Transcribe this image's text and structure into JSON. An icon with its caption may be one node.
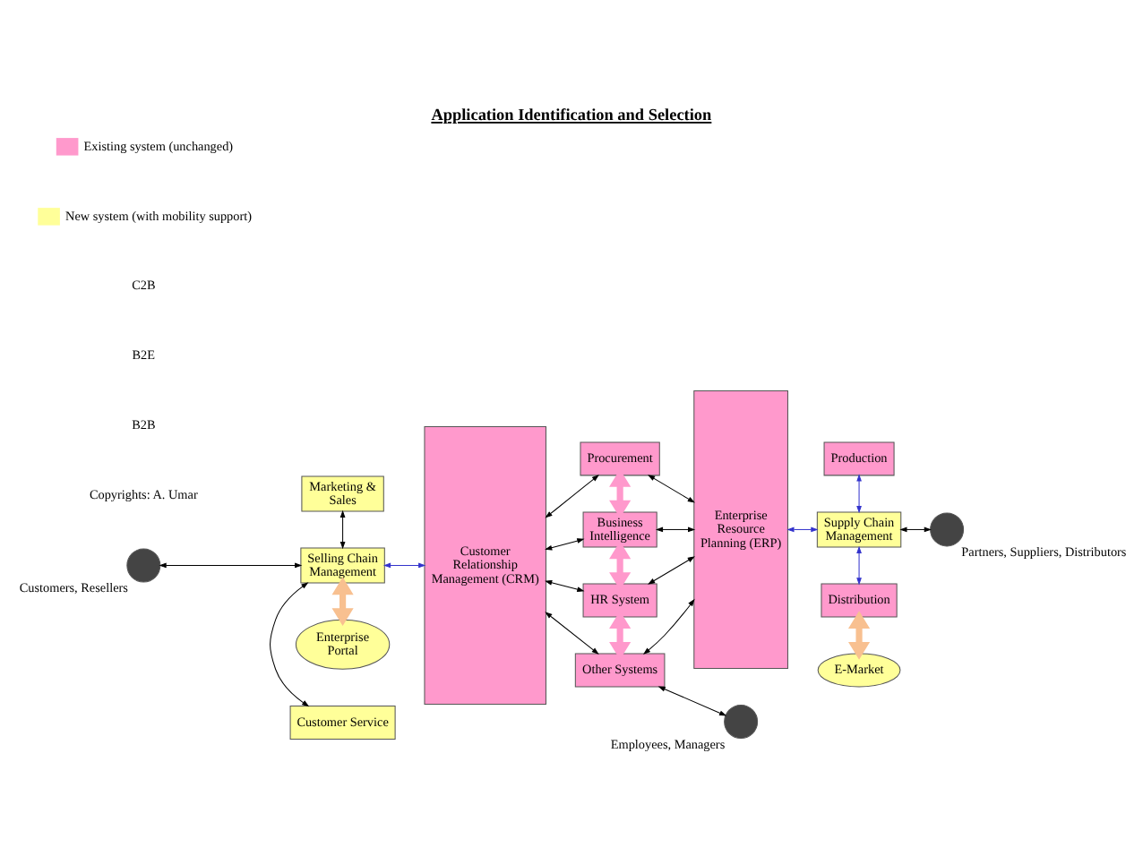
{
  "diagram": {
    "title": "Application Identification and Selection",
    "nodes": [
      {
        "text": [
          "Marketing & Sales"
        ]
      },
      {
        "text": [
          "Customer Relationship Management (CRM)"
        ]
      },
      {
        "text": [
          "Procurement"
        ]
      },
      {
        "text": [
          "Business Intelligence"
        ]
      },
      {
        "text": [
          "HR System"
        ]
      },
      {
        "text": [
          "Other Systems"
        ]
      },
      {
        "text": [
          "Enterprise Resource Planning (ERP)"
        ]
      },
      {
        "text": [
          "Production"
        ]
      },
      {
        "text": [
          "Selling Chain Management"
        ]
      },
      {
        "text": [
          "Supply Chain Management"
        ]
      },
      {
        "text": [
          "Customer Service"
        ]
      },
      {
        "text": [
          "Distribution"
        ]
      },
      {
        "text": [],
        "shape": "person",
        "beside": [
          "Customers, Resellers"
        ]
      },
      {
        "text": [],
        "shape": "person",
        "beside": [
          "Partners, Suppliers, Distributors"
        ]
      },
      {
        "text": [],
        "shape": "person",
        "beside": [
          "Employees, Managers"
        ]
      },
      {
        "text": [
          "Enterprise Portal"
        ]
      },
      {
        "text": [
          "E-Market"
        ]
      }
    ],
    "edges": [
      {
        "from": 12,
        "to": 8,
        "arrow": "both"
      },
      {
        "from": 0,
        "to": 8,
        "arrow": "both"
      },
      {
        "from": 8,
        "to": 1,
        "arrow": "both",
        "color": "#3333cc"
      },
      {
        "from": 8,
        "to": 10,
        "arrow": "both"
      },
      {
        "from": 1,
        "to": 2,
        "arrow": "both"
      },
      {
        "from": 1,
        "to": 3,
        "arrow": "both"
      },
      {
        "from": 1,
        "to": 4,
        "arrow": "both"
      },
      {
        "from": 1,
        "to": 5,
        "arrow": "both"
      },
      {
        "from": 2,
        "to": 3,
        "arrow": "both",
        "style": "thick",
        "color": "#ff99cc"
      },
      {
        "from": 3,
        "to": 4,
        "arrow": "both",
        "style": "thick",
        "color": "#ff99cc"
      },
      {
        "from": 4,
        "to": 5,
        "arrow": "both",
        "style": "thick",
        "color": "#ff99cc"
      },
      {
        "from": 2,
        "to": 6,
        "arrow": "both"
      },
      {
        "from": 3,
        "to": 6,
        "arrow": "both"
      },
      {
        "from": 4,
        "to": 6,
        "arrow": "both"
      },
      {
        "from": 5,
        "to": 6,
        "arrow": "both"
      },
      {
        "from": 6,
        "to": 9,
        "arrow": "both",
        "color": "#3333cc"
      },
      {
        "from": 7,
        "to": 9,
        "arrow": "both",
        "color": "#3333cc"
      },
      {
        "from": 9,
        "to": 11,
        "arrow": "both",
        "color": "#3333cc"
      },
      {
        "from": 9,
        "to": 13,
        "arrow": "both"
      },
      {
        "from": 5,
        "to": 14,
        "arrow": "both"
      },
      {
        "from": 8,
        "to": 15,
        "arrow": "both",
        "style": "thick",
        "color": "#f8c090"
      },
      {
        "from": 11,
        "to": 16,
        "arrow": "both",
        "style": "thick",
        "color": "#f8c090"
      }
    ],
    "labels": [
      "C2B",
      "B2E",
      "B2B",
      "Copyrights: A. Umar"
    ],
    "legend": [
      {
        "text": "Existing system (unchanged)",
        "color": "#ff99cc"
      },
      {
        "text": "New system (with mobility support)",
        "color": "#ffff99"
      }
    ]
  }
}
